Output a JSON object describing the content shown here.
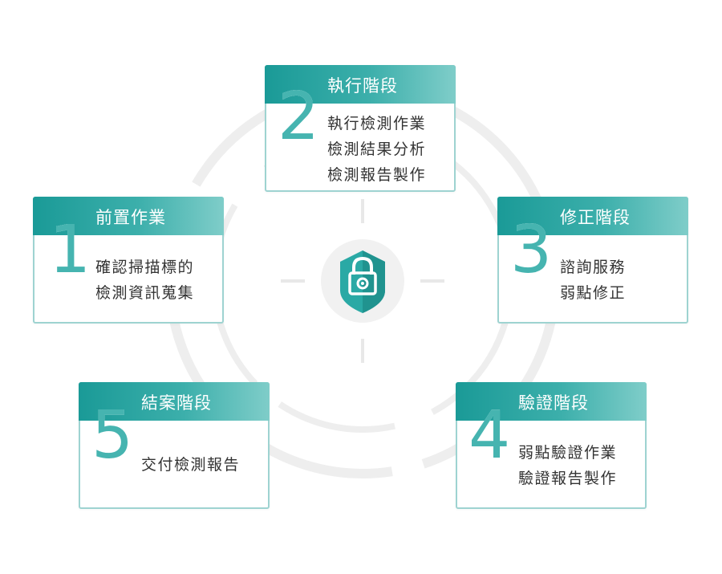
{
  "steps": [
    {
      "number": "1",
      "title": "前置作業",
      "lines": [
        "確認掃描標的",
        "檢測資訊蒐集"
      ]
    },
    {
      "number": "2",
      "title": "執行階段",
      "lines": [
        "執行檢測作業",
        "檢測結果分析",
        "檢測報告製作"
      ]
    },
    {
      "number": "3",
      "title": "修正階段",
      "lines": [
        "諮詢服務",
        "弱點修正"
      ]
    },
    {
      "number": "4",
      "title": "驗證階段",
      "lines": [
        "弱點驗證作業",
        "驗證報告製作"
      ]
    },
    {
      "number": "5",
      "title": "結案階段",
      "lines": [
        "交付檢測報告"
      ]
    }
  ],
  "center_icon": "shield-lock-icon",
  "colors": {
    "accent": "#1a9a97",
    "accent_light": "#7fcdc9",
    "number": "#46b4b0",
    "border": "#9ed3d1",
    "ring": "#eeeeee"
  }
}
